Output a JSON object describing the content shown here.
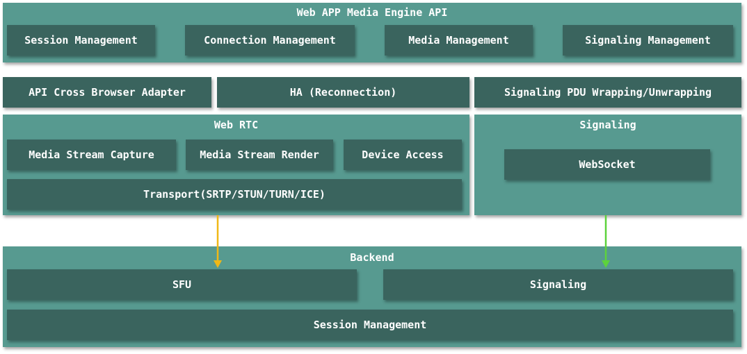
{
  "api": {
    "title": "Web APP Media Engine API",
    "modules": [
      "Session Management",
      "Connection Management",
      "Media Management",
      "Signaling Management"
    ]
  },
  "middle": {
    "adapter": "API Cross Browser Adapter",
    "ha": "HA (Reconnection)",
    "pdu": "Signaling PDU Wrapping/Unwrapping"
  },
  "webrtc": {
    "title": "Web RTC",
    "capture": "Media Stream Capture",
    "render": "Media Stream Render",
    "device": "Device Access",
    "transport": "Transport(SRTP/STUN/TURN/ICE)"
  },
  "signaling": {
    "title": "Signaling",
    "websocket": "WebSocket"
  },
  "backend": {
    "title": "Backend",
    "sfu": "SFU",
    "signaling": "Signaling",
    "session": "Session Management"
  },
  "colors": {
    "panel": "#579a90",
    "box": "#3a645e",
    "media_arrow": "#f0b816",
    "signal_arrow": "#5dd23c"
  }
}
